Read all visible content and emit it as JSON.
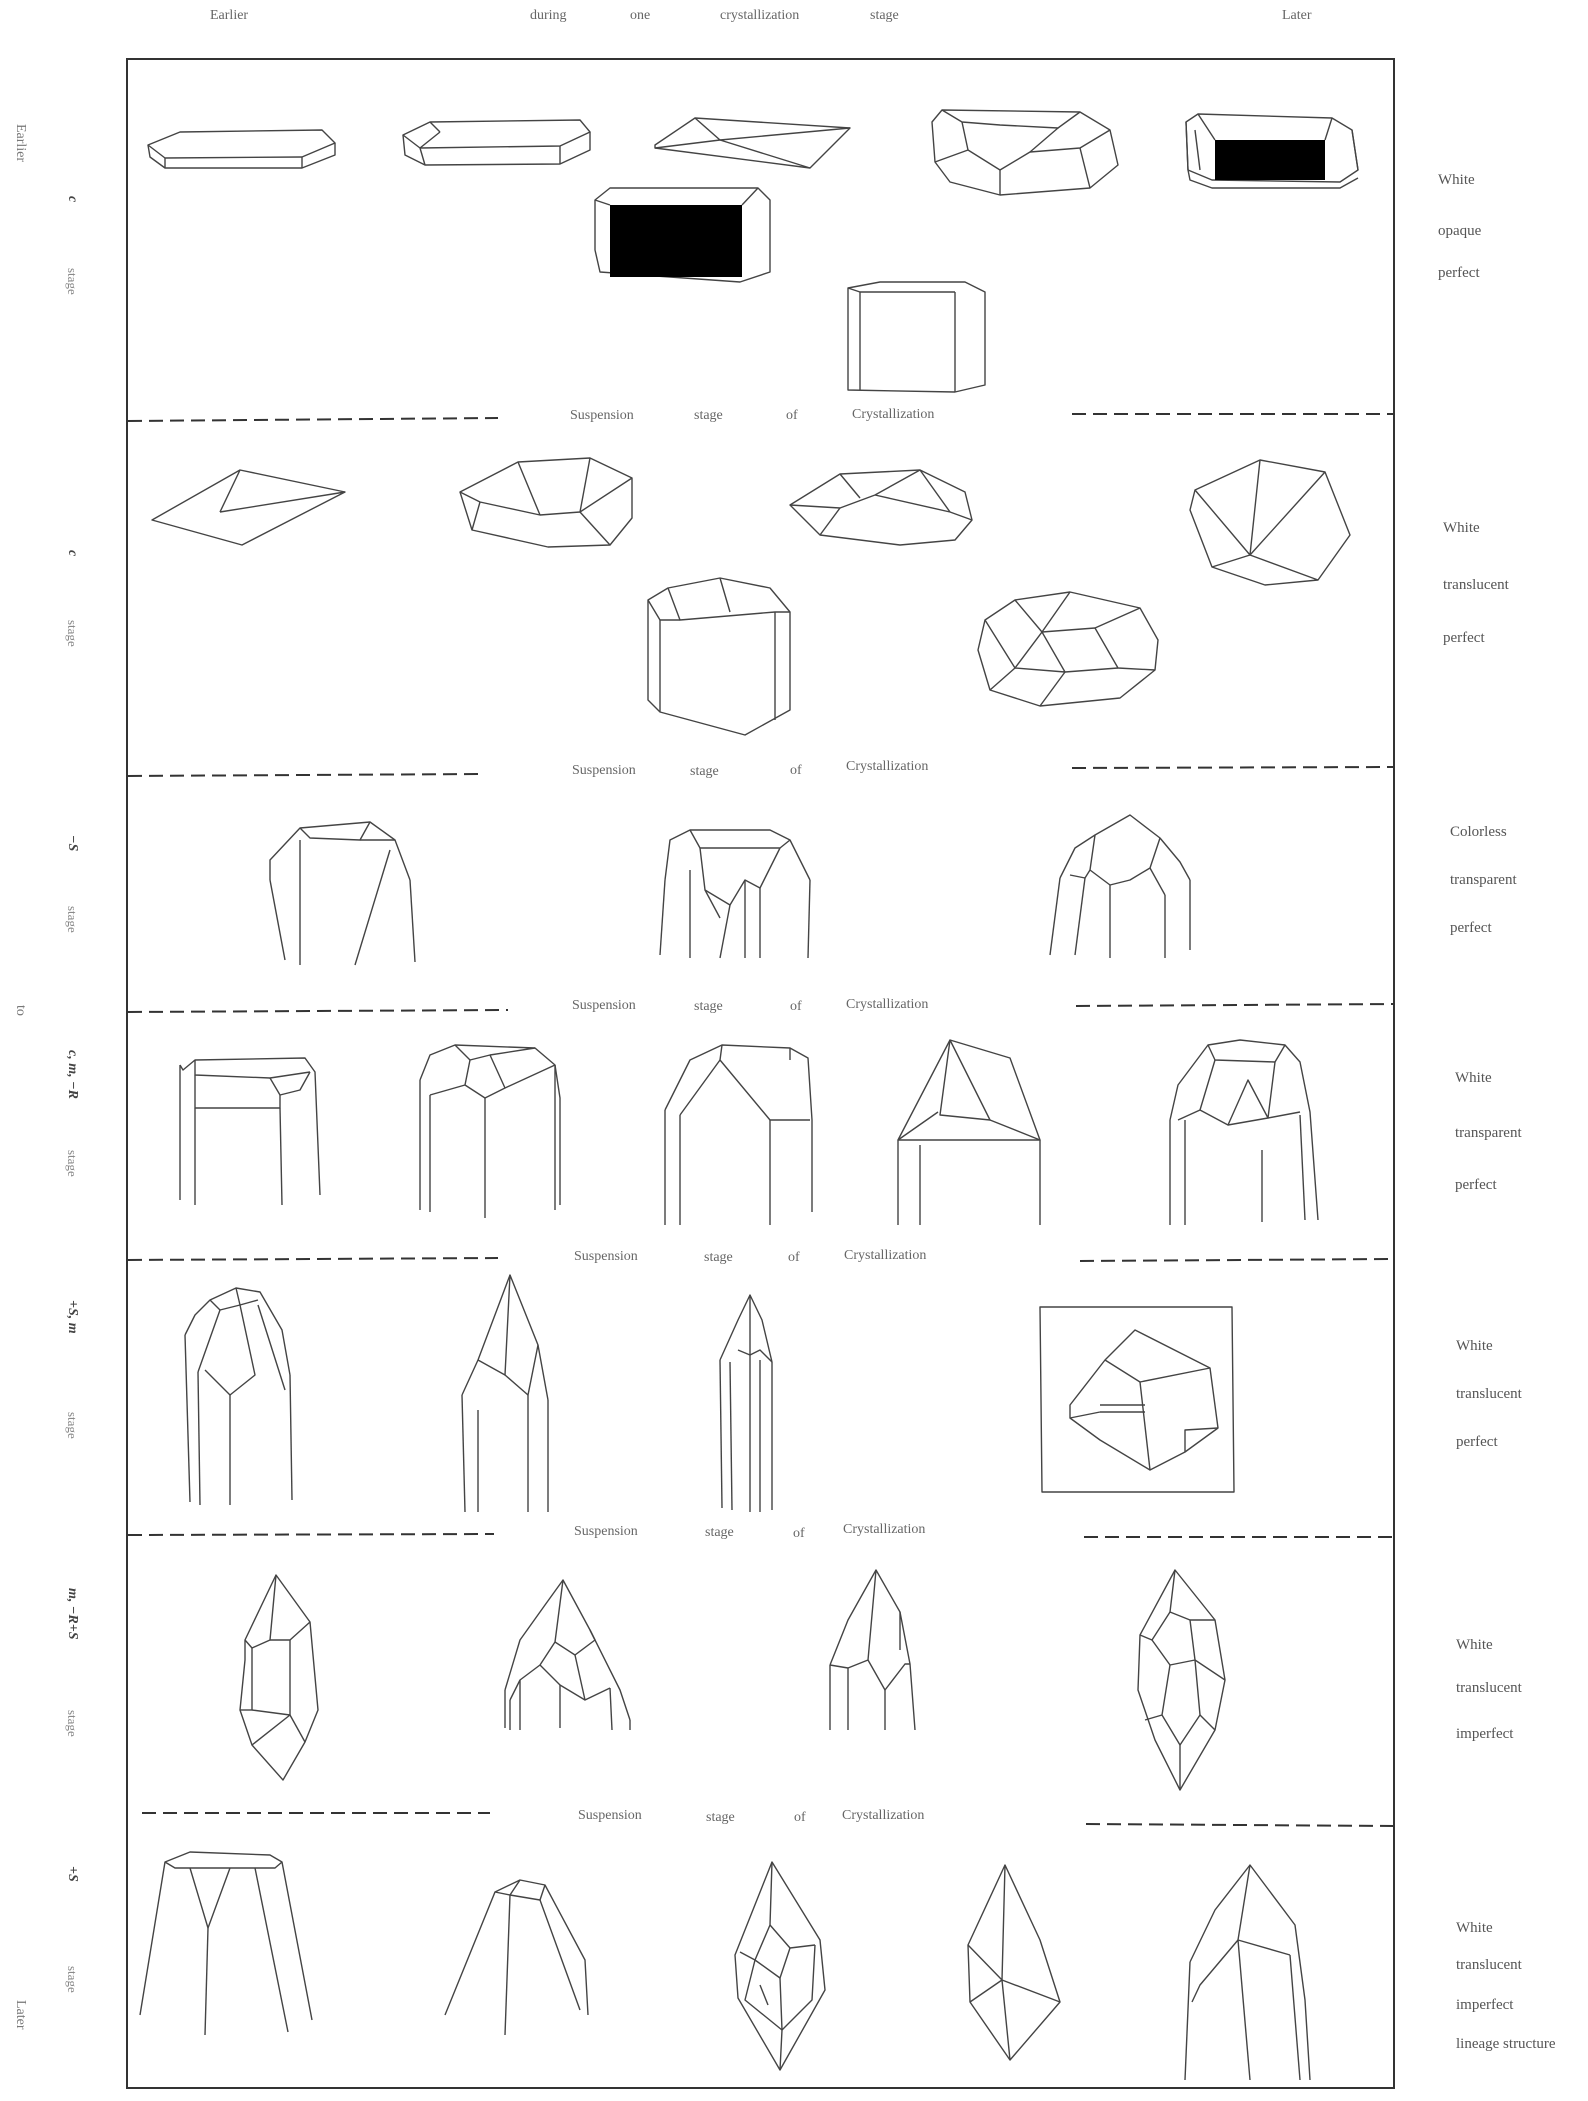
{
  "header": {
    "earlier": "Earlier",
    "during": "during",
    "one": "one",
    "crystallization": "crystallization",
    "stage": "stage",
    "later": "Later"
  },
  "left_axis": {
    "earlier": "Earlier",
    "to": "to",
    "later": "Later"
  },
  "suspension_words": [
    "Suspension",
    "stage",
    "of",
    "Crystallization"
  ],
  "rows": [
    {
      "code": "c",
      "word": "stage",
      "props": [
        "White",
        "opaque",
        "perfect"
      ]
    },
    {
      "code": "c",
      "word": "stage",
      "props": [
        "White",
        "translucent",
        "perfect"
      ]
    },
    {
      "code": "−S",
      "word": "stage",
      "props": [
        "Colorless",
        "transparent",
        "perfect"
      ]
    },
    {
      "code": "c, m, −R",
      "word": "stage",
      "props": [
        "White",
        "transparent",
        "perfect"
      ]
    },
    {
      "code": "+S, m",
      "word": "stage",
      "props": [
        "White",
        "translucent",
        "perfect"
      ]
    },
    {
      "code": "m, −R+S",
      "word": "stage",
      "props": [
        "White",
        "translucent",
        "imperfect"
      ]
    },
    {
      "code": "+S",
      "word": "stage",
      "props": [
        "White",
        "translucent",
        "imperfect",
        "lineage structure"
      ]
    }
  ]
}
